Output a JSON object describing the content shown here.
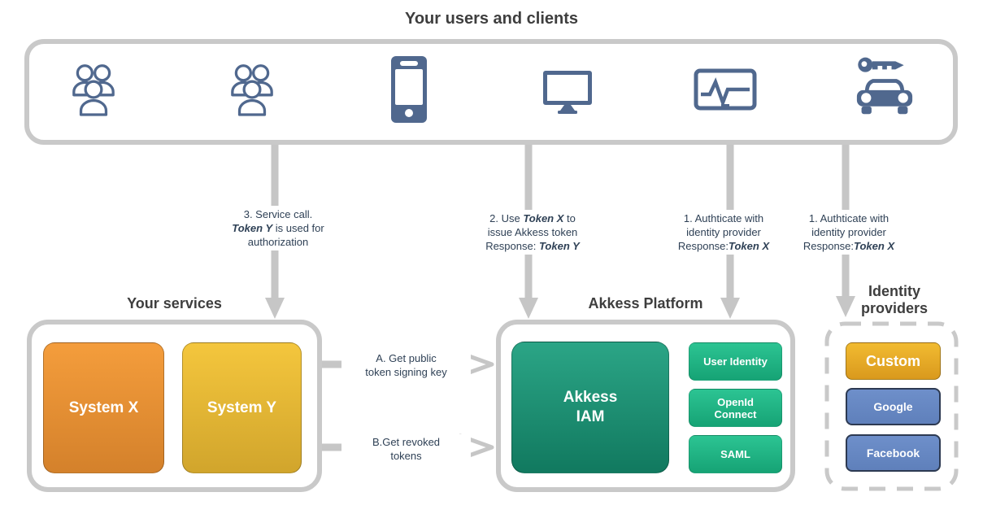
{
  "users_clients": {
    "title": "Your users and clients",
    "icons": [
      "user-group",
      "user-group",
      "mobile-phone",
      "desktop-monitor",
      "monitoring-device",
      "connected-car"
    ]
  },
  "annotations": [
    {
      "lines": [
        [
          {
            "t": "3. Service call."
          }
        ],
        [
          {
            "t": "Token Y",
            "em": true
          },
          {
            "t": " is used for"
          }
        ],
        [
          {
            "t": "authorization"
          }
        ]
      ]
    },
    {
      "lines": [
        [
          {
            "t": "2. Use "
          },
          {
            "t": "Token X",
            "em": true
          },
          {
            "t": " to"
          }
        ],
        [
          {
            "t": "issue Akkess token"
          }
        ],
        [
          {
            "t": "Response: "
          },
          {
            "t": "Token Y",
            "em": true
          }
        ]
      ]
    },
    {
      "lines": [
        [
          {
            "t": "1. Authticate with"
          }
        ],
        [
          {
            "t": "identity provider"
          }
        ],
        [
          {
            "t": "Response:"
          },
          {
            "t": "Token X",
            "em": true
          }
        ]
      ]
    },
    {
      "lines": [
        [
          {
            "t": "1. Authticate with"
          }
        ],
        [
          {
            "t": "identity provider"
          }
        ],
        [
          {
            "t": "Response:"
          },
          {
            "t": "Token X",
            "em": true
          }
        ]
      ]
    }
  ],
  "services": {
    "title": "Your services",
    "systems": [
      {
        "label": "System X"
      },
      {
        "label": "System Y"
      }
    ]
  },
  "connectors": {
    "a_label": "A. Get public\ntoken signing key",
    "b_label": "B.Get revoked\ntokens"
  },
  "platform": {
    "title": "Akkess Platform",
    "main_box": "Akkess\nIAM",
    "features": [
      "User Identity",
      "OpenId\nConnect",
      "SAML"
    ]
  },
  "identity_providers": {
    "title": "Identity\nproviders",
    "providers": [
      {
        "label": "Custom",
        "style": "gold"
      },
      {
        "label": "Google",
        "style": "blue"
      },
      {
        "label": "Facebook",
        "style": "blue"
      }
    ]
  },
  "colors": {
    "icon": "#50688e",
    "arrow": "#c6c6c6",
    "border_gray": "#c9c9c9",
    "text_dark": "#3e3e3e",
    "annotation": "#2f4156",
    "orange_top": "#f49d3c",
    "orange_bottom": "#d4812b",
    "gold_top": "#f4c63d",
    "gold_bottom": "#d1a52c",
    "teal_top": "#2ba586",
    "teal_bottom": "#11795f",
    "green_top": "#2cc493",
    "green_bottom": "#16a375",
    "provider_gold_top": "#f2bb31",
    "provider_gold_bottom": "#d9991d",
    "blue_top": "#6e8fca",
    "blue_bottom": "#5f80bb",
    "blue_border": "#2d3a52"
  }
}
